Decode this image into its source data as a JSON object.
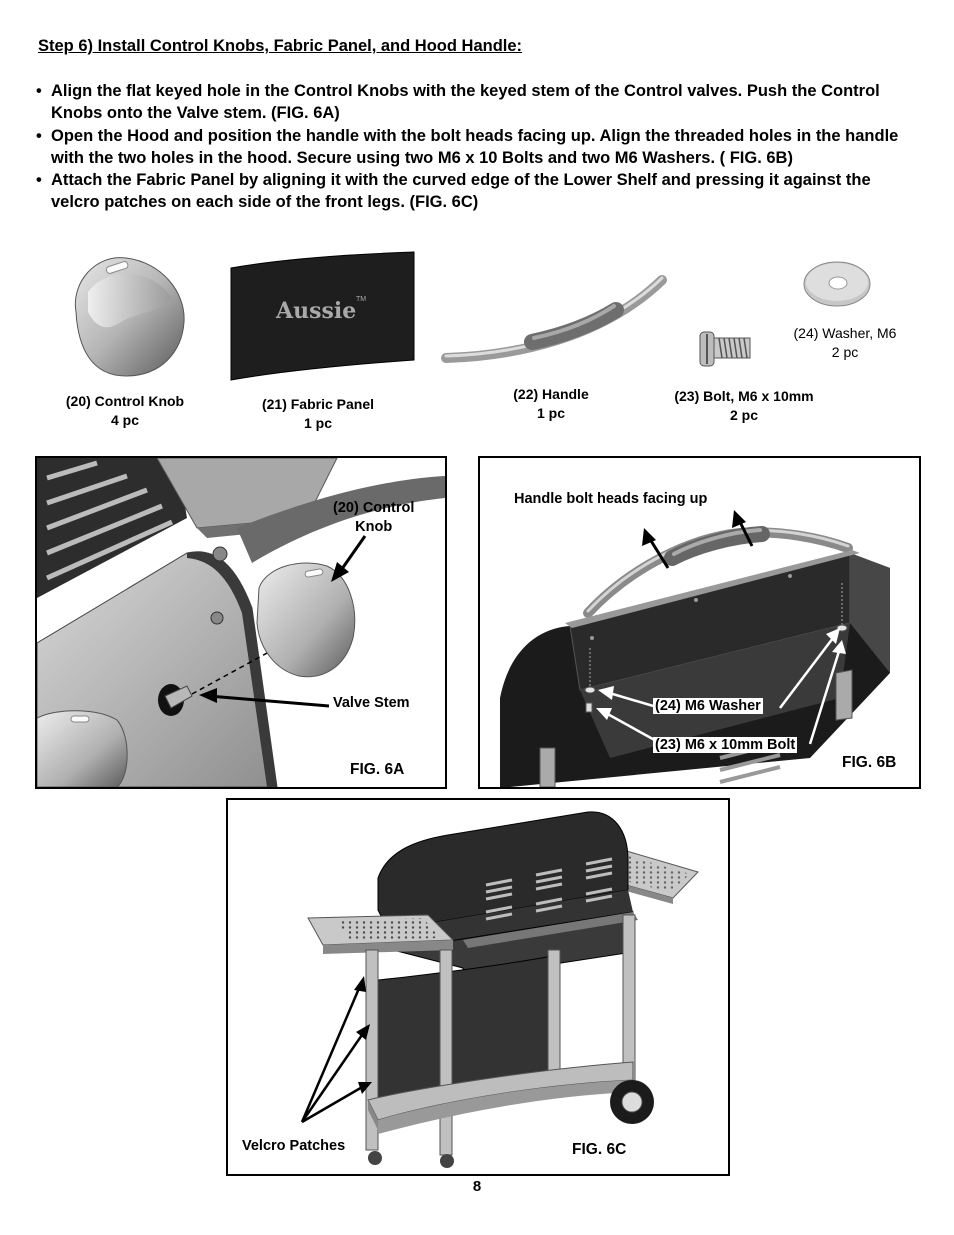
{
  "step_title": "Step 6) Install Control Knobs, Fabric Panel, and Hood Handle:",
  "bullet_char": "•",
  "bullets": [
    "Align the flat keyed hole in the Control Knobs with the keyed stem of the Control valves. Push the Control Knobs onto the Valve stem. (FIG. 6A)",
    "Open the Hood and position the handle with the bolt heads facing up. Align the threaded holes in the handle with the two holes in the hood. Secure using two  M6 x 10 Bolts and two M6 Washers. ( FIG. 6B)",
    "Attach the Fabric Panel by aligning it with the curved edge of the Lower Shelf and pressing it against the velcro patches on each side of the front legs. (FIG. 6C)"
  ],
  "parts": {
    "knob": {
      "name": "(20) Control Knob",
      "qty": "4 pc"
    },
    "panel": {
      "name": "(21) Fabric Panel",
      "qty": "1 pc",
      "logo": "Aussie",
      "tm": "TM"
    },
    "handle": {
      "name": "(22) Handle",
      "qty": "1 pc"
    },
    "bolt": {
      "name": "(23) Bolt, M6 x 10mm",
      "qty": "2 pc"
    },
    "washer": {
      "name": "(24) Washer, M6",
      "qty": "2 pc"
    }
  },
  "fig6a": {
    "label": "FIG. 6A",
    "knob_callout_line1": "(20) Control",
    "knob_callout_line2": "Knob",
    "stem_callout": "Valve Stem"
  },
  "fig6b": {
    "label": "FIG. 6B",
    "heads_callout": "Handle bolt heads facing up",
    "washer_callout": "(24) M6 Washer",
    "bolt_callout": "(23) M6 x 10mm Bolt"
  },
  "fig6c": {
    "label": "FIG. 6C",
    "velcro_callout": "Velcro Patches"
  },
  "page_number": "8"
}
